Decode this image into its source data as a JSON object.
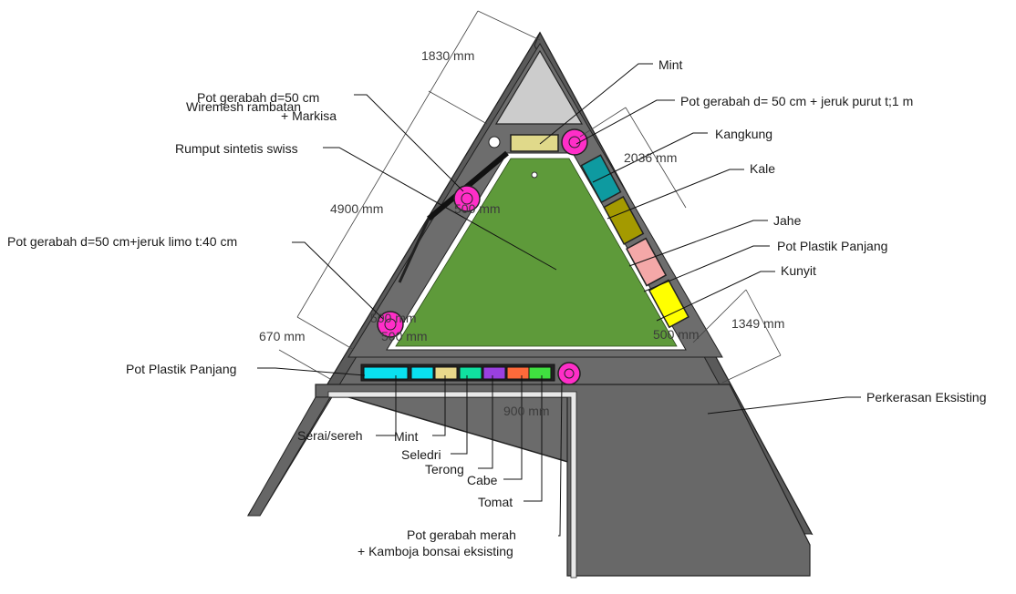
{
  "colors": {
    "frame": "#6b6b6b",
    "paving": "#676767",
    "grass": "#5e9a3a",
    "pot_clay": "#ff2ec8",
    "kangkung": "#0e9aa0",
    "kale": "#a49a00",
    "jahe": "#f4a8a8",
    "kunyit": "#ffff00",
    "mint_box": "#e0d98a",
    "serai": "#0ae0f0",
    "seledri": "#e8d88a",
    "terong": "#10e0a0",
    "cabe": "#9a40e0",
    "tomat": "#ff6a3a",
    "tomat2": "#40e040",
    "glass": "#cccccc"
  },
  "labels": {
    "mint_top": "Mint",
    "pot_jeruk_purut": "Pot gerabah d= 50 cm + jeruk purut t;1 m",
    "kangkung": "Kangkung",
    "kale": "Kale",
    "jahe": "Jahe",
    "pot_plastik_right": "Pot Plastik Panjang",
    "kunyit": "Kunyit",
    "pot_markisa_1": "Pot gerabah d=50 cm",
    "wiremesh": "Wiremesh rambatan",
    "markisa": "+ Markisa",
    "rumput": "Rumput sintetis swiss",
    "pot_jeruk_limo": "Pot gerabah d=50 cm+jeruk limo t:40 cm",
    "pot_plastik_left": "Pot Plastik Panjang",
    "perkerasan": "Perkerasan Eksisting",
    "serai": "Serai/sereh",
    "mint_bottom": "Mint",
    "seledri": "Seledri",
    "terong": "Terong",
    "cabe": "Cabe",
    "tomat": "Tomat",
    "pot_merah": "Pot gerabah merah",
    "kamboja": "+ Kamboja bonsai eksisting"
  },
  "dimensions": {
    "d1830": "1830 mm",
    "d2036": "2036 mm",
    "d4900": "4900 mm",
    "d670": "670 mm",
    "d1349": "1349 mm",
    "d900": "900 mm",
    "d500a": "500 mm",
    "d500b": "500 mm",
    "d500c": "500 mm",
    "d500d": "500 mm"
  }
}
